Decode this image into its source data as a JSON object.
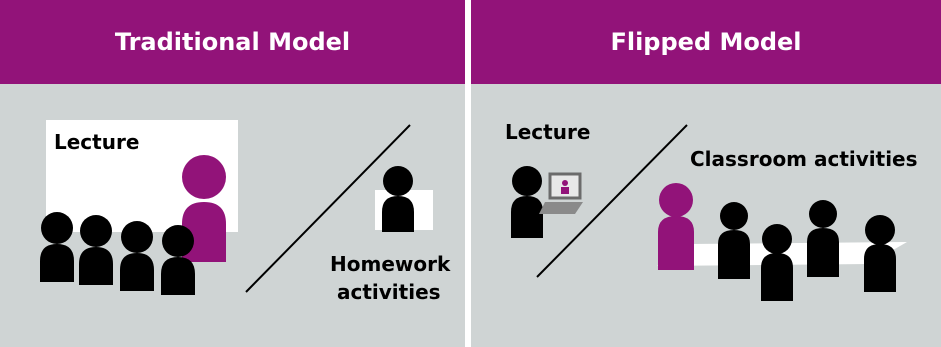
{
  "panels": {
    "traditional": {
      "title": "Traditional Model",
      "lecture_label": "Lecture",
      "homework_label_line1": "Homework",
      "homework_label_line2": "activities"
    },
    "flipped": {
      "title": "Flipped Model",
      "lecture_label": "Lecture",
      "classroom_label": "Classroom activities"
    }
  },
  "colors": {
    "header": "#921379",
    "accent_figure": "#921379",
    "figure": "#000000",
    "panel_bg": "#cfd4d4",
    "board": "#ffffff"
  }
}
